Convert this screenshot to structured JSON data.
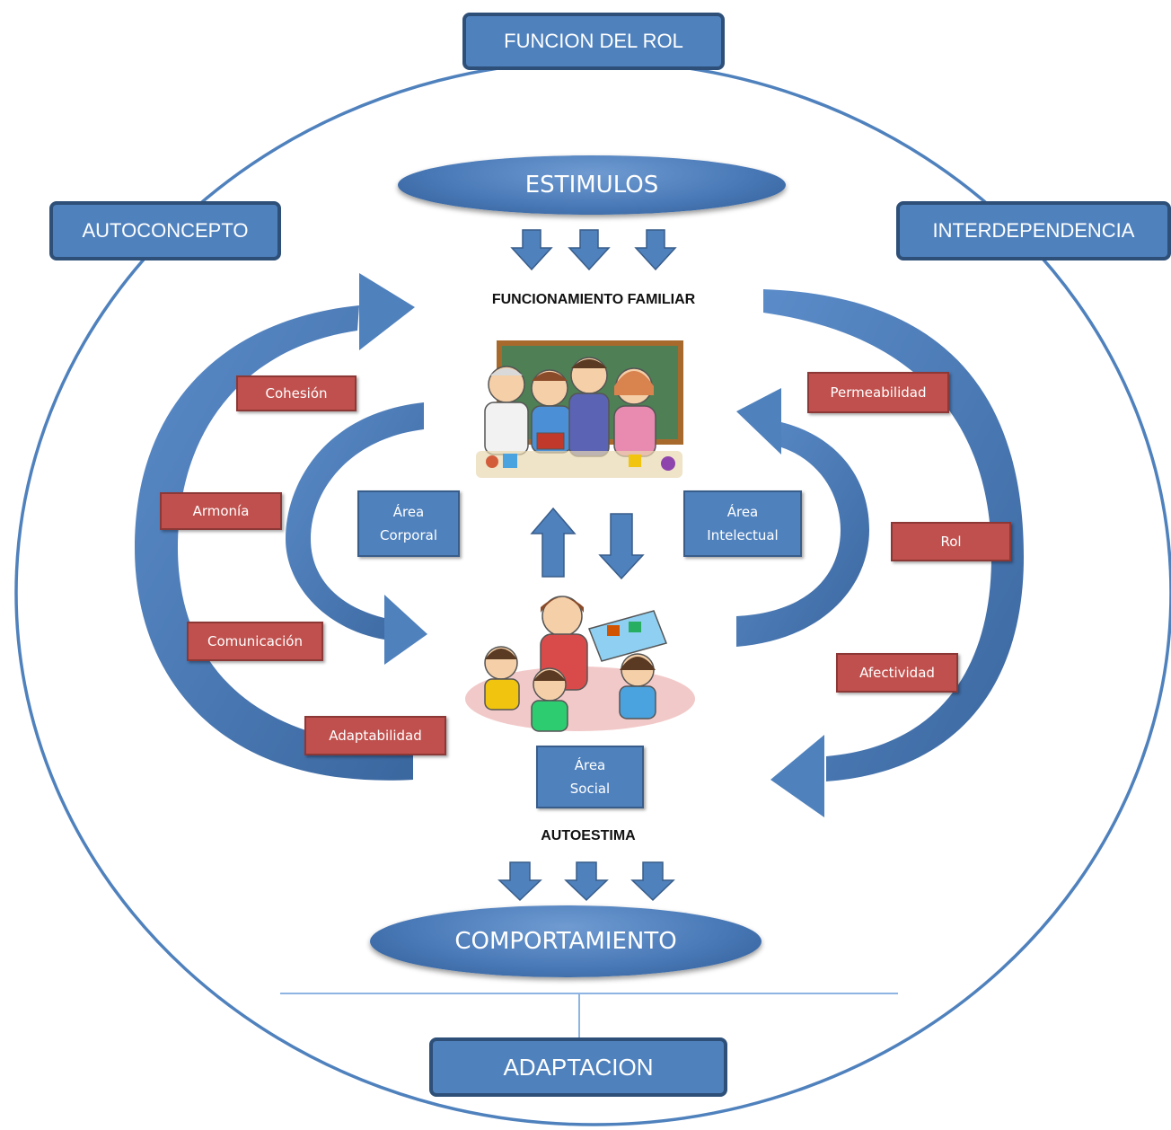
{
  "outer_labels": {
    "top": "FUNCION DEL ROL",
    "left": "AUTOCONCEPTO",
    "right": "INTERDEPENDENCIA",
    "bottom": "ADAPTACION"
  },
  "ellipses": {
    "top": "ESTIMULOS",
    "bottom": "COMPORTAMIENTO"
  },
  "center_labels": {
    "top": "FUNCIONAMIENTO FAMILIAR",
    "bottom": "AUTOESTIMA"
  },
  "left_factors": [
    "Cohesión",
    "Armonía",
    "Comunicación",
    "Adaptabilidad"
  ],
  "right_factors": [
    "Permeabilidad",
    "Rol",
    "Afectividad"
  ],
  "areas": {
    "corporal": [
      "Área",
      "Corporal"
    ],
    "intelectual": [
      "Área",
      "Intelectual"
    ],
    "social": [
      "Área",
      "Social"
    ]
  },
  "colors": {
    "blue": "#4f81bd",
    "blue_border": "#2d4f78",
    "red": "#c0504d",
    "circle_stroke": "#4f81bd"
  },
  "images": {
    "family": "family-illustration",
    "children": "teacher-children-illustration"
  }
}
